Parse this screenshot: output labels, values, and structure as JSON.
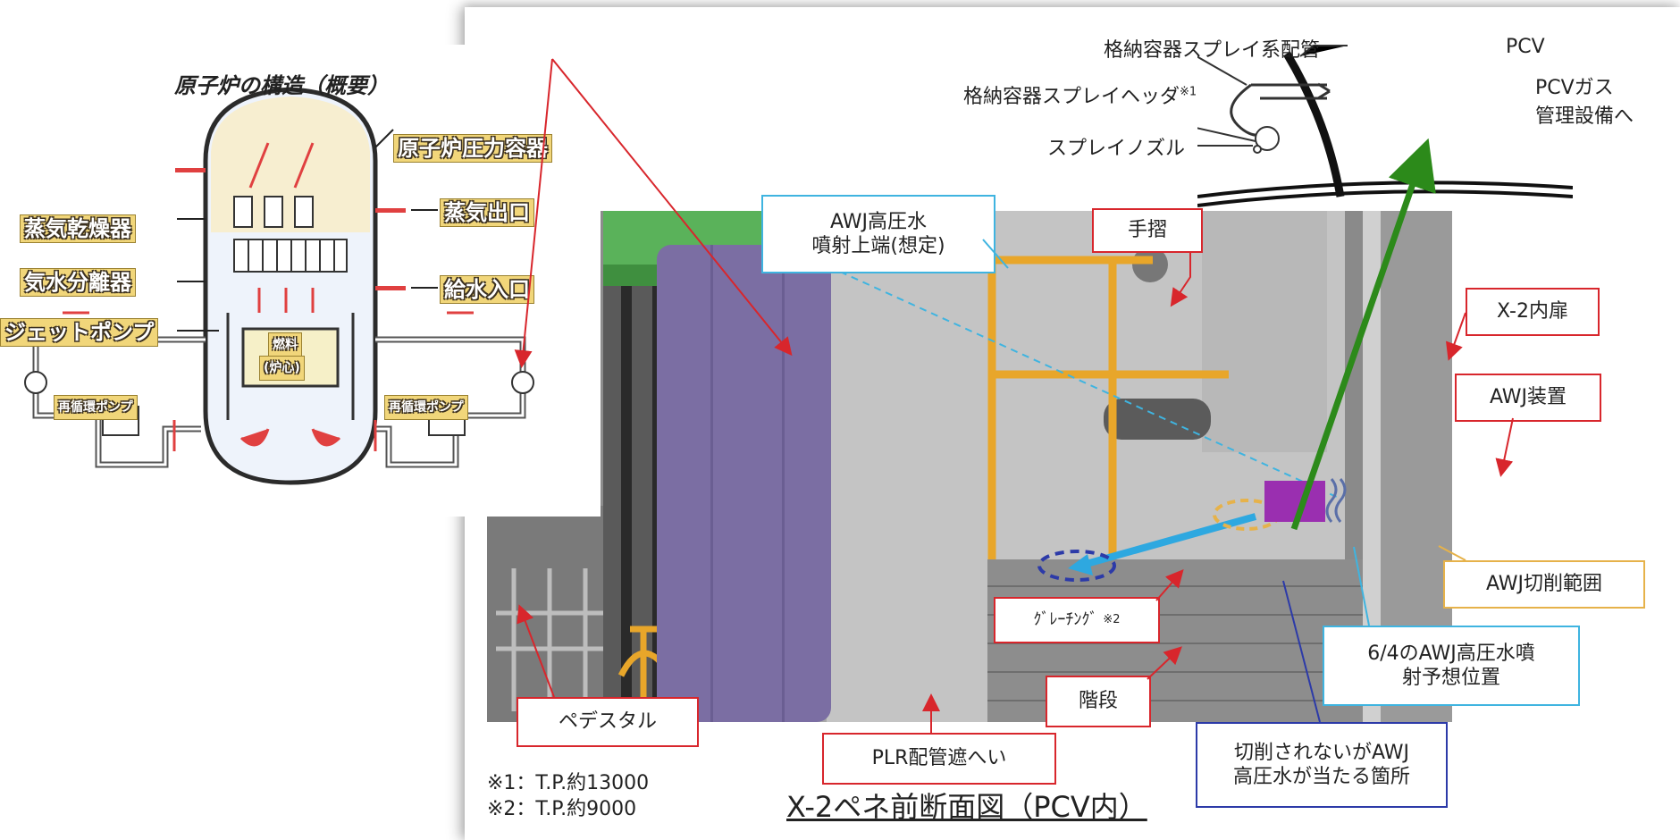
{
  "reactor": {
    "title": "原子炉の構造（概要）",
    "labels": {
      "pressure_vessel": "原子炉圧力容器",
      "steam_dryer": "蒸気乾燥器",
      "steam_outlet": "蒸気出口",
      "separator": "気水分離器",
      "feedwater_inlet": "給水入口",
      "jet_pump": "ジェットポンプ",
      "recirc_pump_left": "再循環ポンプ",
      "recirc_pump_right": "再循環ポンプ",
      "fuel": "燃料",
      "core": "(炉心)"
    }
  },
  "inset": {
    "spray_pipe": "格納容器スプレイ系配管",
    "spray_header": "格納容器スプレイヘッダ",
    "spray_header_note": "※1",
    "spray_nozzle": "スプレイノズル",
    "pcv": "PCV",
    "pcv_gas_line1": "PCVガス",
    "pcv_gas_line2": "管理設備へ"
  },
  "callouts": {
    "awj_top_line1": "AWJ高圧水",
    "awj_top_line2": "噴射上端(想定)",
    "handrail": "手摺",
    "inner_door": "X-2内扉",
    "awj_device": "AWJ装置",
    "cut_range": "AWJ切削範囲",
    "grating": "ｸﾞﾚｰﾁﾝｸﾞ",
    "grating_note": "※2",
    "predicted_line1": "6/4のAWJ高圧水噴",
    "predicted_line2": "射予想位置",
    "stairs": "階段",
    "pedestal": "ペデスタル",
    "plr_shield": "PLR配管遮へい",
    "hit_line1": "切削されないがAWJ",
    "hit_line2": "高圧水が当たる箇所"
  },
  "footnotes": {
    "n1": "※1：T.P.約13000",
    "n2": "※2：T.P.約9000"
  },
  "section_title": "X-2ペネ前断面図（PCV内）",
  "colors": {
    "callout_red": "#d8262c",
    "callout_cyan": "#3fb4e0",
    "callout_yellow": "#e6b24a",
    "callout_blue": "#2c3aa8",
    "awj_device": "#9a2fb0",
    "water_arrow": "#2ea8e0",
    "green_arrow": "#2c8a1a",
    "plr_shield": "#7b6ea3",
    "handrail": "#e8a62a"
  }
}
